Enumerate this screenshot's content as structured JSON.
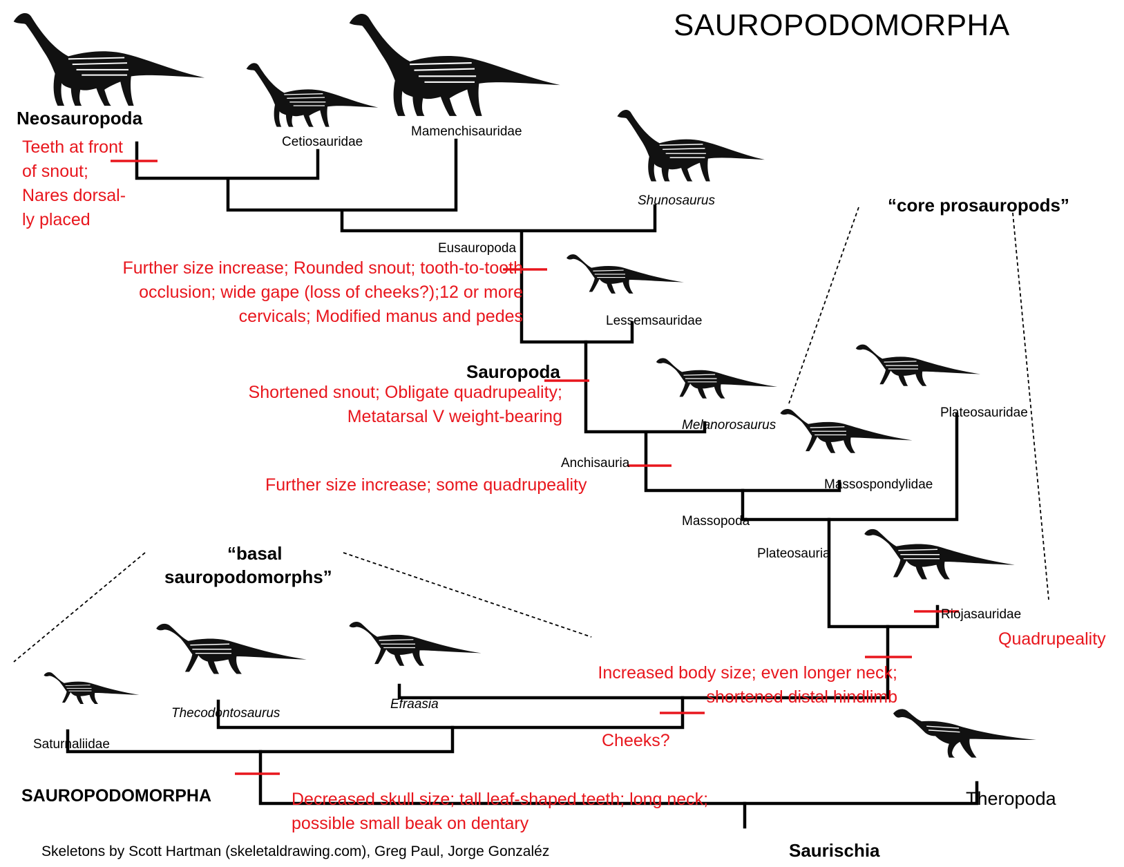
{
  "title": "SAUROPODOMORPHA",
  "colors": {
    "branch": "#000000",
    "synapomorphy": "#e8161d"
  },
  "taxa": {
    "neosauropoda": "Neosauropoda",
    "cetiosauridae": "Cetiosauridae",
    "mamenchisauridae": "Mamenchisauridae",
    "shunosaurus": "Shunosaurus",
    "eusauropoda": "Eusauropoda",
    "lessemsauridae": "Lessemsauridae",
    "sauropoda": "Sauropoda",
    "melanorosaurus": "Melanorosaurus",
    "anchisauria": "Anchisauria",
    "massospondylidae": "Massospondylidae",
    "massopoda": "Massopoda",
    "plateosauridae": "Plateosauridae",
    "plateosauria": "Plateosauria",
    "riojasauridae": "Riojasauridae",
    "saturnaliidae": "Saturnaliidae",
    "thecodontosaurus": "Thecodontosaurus",
    "efraasia": "Efraasia",
    "theropoda": "Theropoda",
    "sauropodomorpha_node": "SAUROPODOMORPHA",
    "saurischia": "Saurischia"
  },
  "groups": {
    "core_prosauropods": "“core prosauropods”",
    "basal_line1": "“basal",
    "basal_line2": "sauropodomorphs”"
  },
  "characters": {
    "neosauropoda": [
      "Teeth at front",
      "of snout;",
      "Nares dorsal-",
      "ly placed"
    ],
    "eusauropoda": [
      "Further size increase; Rounded snout; tooth-to-tooth",
      "occlusion; wide gape (loss of cheeks?);12 or more",
      "cervicals; Modified manus and pedes"
    ],
    "sauropoda": [
      "Shortened snout; Obligate quadrupeality;",
      "Metatarsal V weight-bearing"
    ],
    "anchisauria": "Further size increase; some quadrupeality",
    "riojasauridae": "Quadrupeality",
    "plateosauria": [
      "Increased body size; even longer neck;",
      "shortened distal hindlimb"
    ],
    "efraasia_node": "Cheeks?",
    "sauropodomorpha": [
      "Decreased skull size; tall leaf-shaped teeth; long neck;",
      "possible small beak on dentary"
    ]
  },
  "credit": "Skeletons by Scott Hartman (skeletaldrawing.com), Greg Paul, Jorge Gonzaléz",
  "icons": [
    "sauropod-skeleton-icon",
    "prosauropod-skeleton-icon",
    "theropod-skeleton-icon"
  ]
}
